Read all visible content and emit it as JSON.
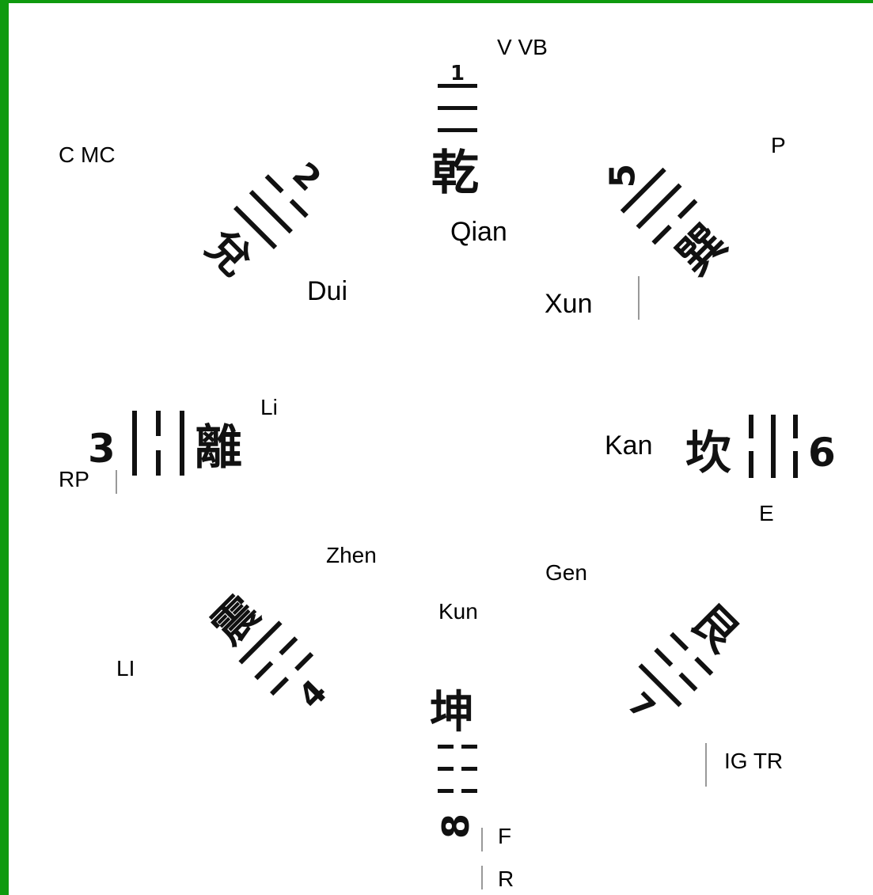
{
  "trigrams": {
    "qian": {
      "name": "Qian",
      "char": "乾",
      "number": "1",
      "meridian": "V VB"
    },
    "xun": {
      "name": "Xun",
      "char": "巽",
      "number": "5",
      "meridian": "P"
    },
    "kan": {
      "name": "Kan",
      "char": "坎",
      "number": "6",
      "meridian": "E"
    },
    "gen": {
      "name": "Gen",
      "char": "艮",
      "number": "7",
      "meridian": "IG  TR"
    },
    "kun": {
      "name": "Kun",
      "char": "坤",
      "number": "8",
      "meridian": "F",
      "meridian2": "R"
    },
    "zhen": {
      "name": "Zhen",
      "char": "震",
      "number": "4",
      "meridian": "LI"
    },
    "li": {
      "name": "Li",
      "char": "離",
      "number": "3",
      "meridian": "RP"
    },
    "dui": {
      "name": "Dui",
      "char": "兌",
      "number": "2",
      "meridian": "C MC"
    }
  },
  "colors": {
    "border": "#0f9a0f",
    "ink": "#111111",
    "background": "#ffffff"
  }
}
